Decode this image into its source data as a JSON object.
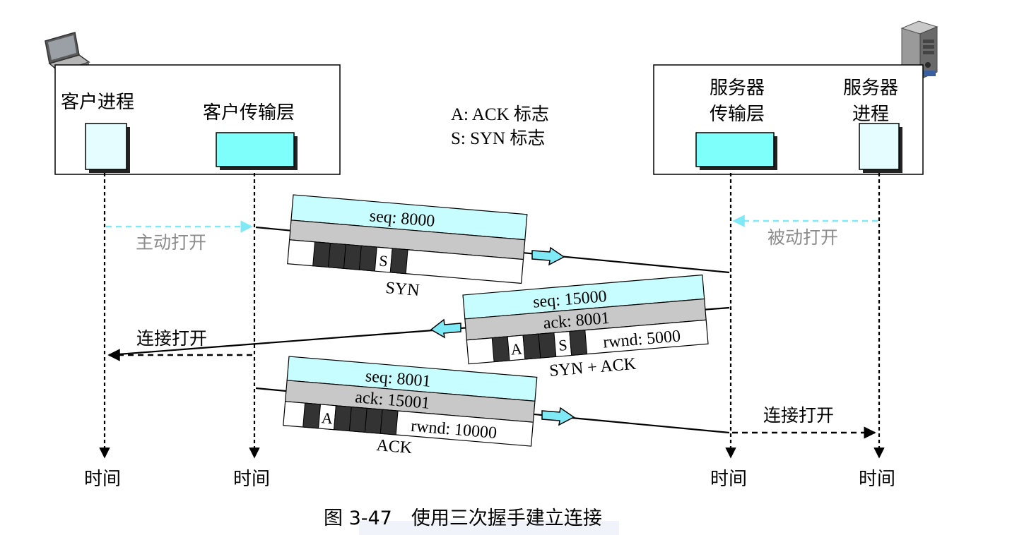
{
  "client": {
    "process_label": "客户进程",
    "transport_label": "客户传输层"
  },
  "server": {
    "transport_label_line1": "服务器",
    "transport_label_line2": "传输层",
    "process_label_line1": "服务器",
    "process_label_line2": "进程"
  },
  "legend": {
    "line1": "A: ACK 标志",
    "line2": "S: SYN 标志"
  },
  "events": {
    "active_open": "主动打开",
    "passive_open": "被动打开",
    "conn_open_client": "连接打开",
    "conn_open_server": "连接打开"
  },
  "segments": {
    "syn": {
      "seq": "seq: 8000",
      "flag_s": "S",
      "name": "SYN"
    },
    "synack": {
      "seq": "seq: 15000",
      "ack": "ack: 8001",
      "flag_a": "A",
      "flag_s": "S",
      "rwnd": "rwnd: 5000",
      "name": "SYN + ACK"
    },
    "ack": {
      "seq": "seq: 8001",
      "ack": "ack: 15001",
      "flag_a": "A",
      "rwnd": "rwnd: 10000",
      "name": "ACK"
    }
  },
  "time_labels": [
    "时间",
    "时间",
    "时间",
    "时间"
  ],
  "caption": "图 3-47　使用三次握手建立连接",
  "colors": {
    "cyan": "#7ffffb",
    "light_cyan": "#dffcff",
    "gray_band": "#c8c8c8",
    "dark_flag": "#333333",
    "dashed_cyan": "#7fe9f5",
    "gray_text": "#8c8c8c"
  },
  "icons": {
    "client": "laptop-icon",
    "server": "server-tower-icon"
  }
}
